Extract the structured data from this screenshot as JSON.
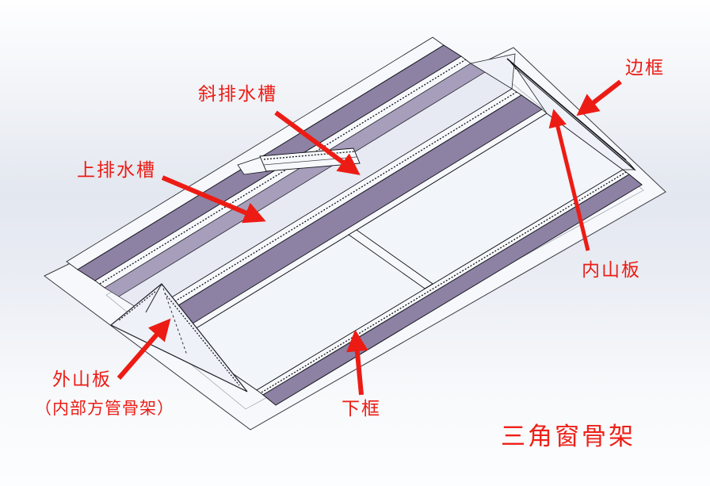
{
  "scene": {
    "kind": "cad-3d-viewport",
    "subject": "isometric CAD rendering of a triangular skylight window frame"
  },
  "title": {
    "text": "三角窗骨架"
  },
  "callouts": {
    "xie_pai_shui_cao": {
      "label": "斜排水槽"
    },
    "shang_pai_shui_cao": {
      "label": "上排水槽"
    },
    "bian_kuang": {
      "label": "边框"
    },
    "nei_shan_ban": {
      "label": "内山板"
    },
    "wai_shan_ban": {
      "label": "外山板"
    },
    "wai_shan_ban_sub": {
      "label": "（内部方管骨架）"
    },
    "xia_kuang": {
      "label": "下框"
    }
  },
  "colors": {
    "red": "#ec1c15",
    "purple": "#8d82a4",
    "purple_inner": "#a79ebb",
    "face_white": "#f6f8fb",
    "face_light": "#eef1f7",
    "glazing": "#f2f5f9",
    "trough_floor": "#e7eaf3",
    "edge": "#1a1a22"
  }
}
